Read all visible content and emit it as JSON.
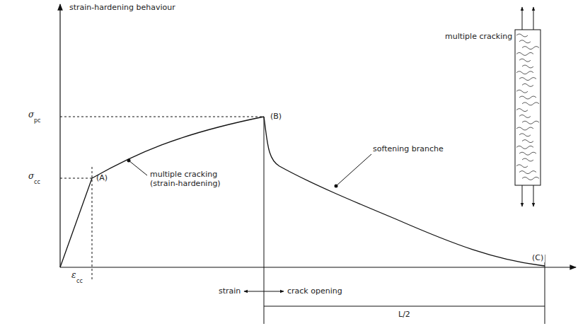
{
  "diagram": {
    "labels": [
      "strain-hardening behaviour",
      "σ",
      "pc",
      "σ",
      "cc",
      "ε",
      "cc",
      "(A)",
      "(B)",
      "multiple cracking (strain-hardening)",
      "softening branche",
      "multiple cracking",
      "(C)",
      "strain",
      "crack opening",
      "L/2"
    ]
  }
}
